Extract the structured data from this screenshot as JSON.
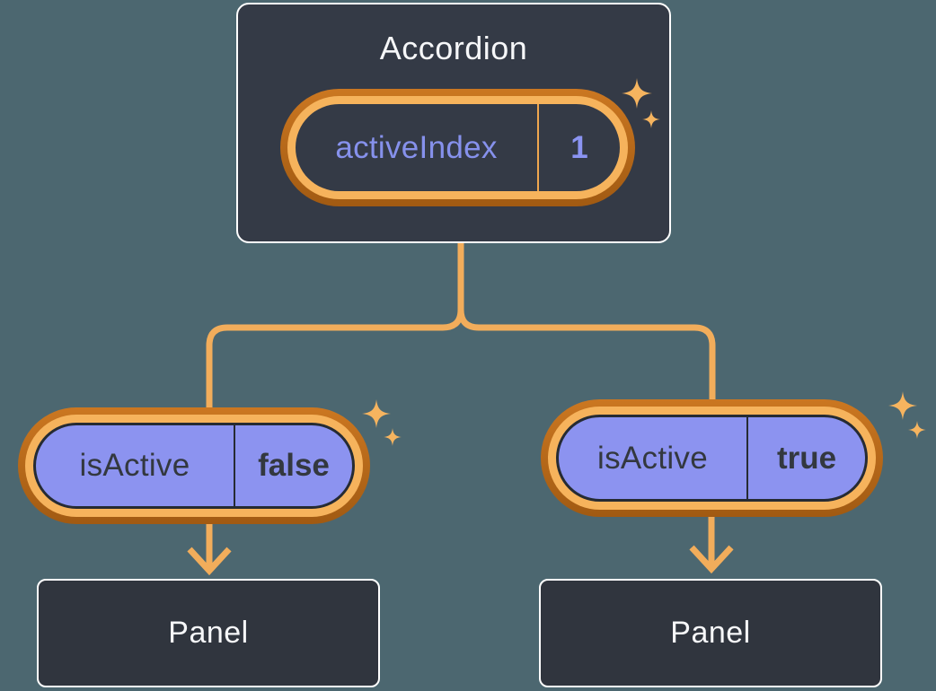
{
  "accordion": {
    "title": "Accordion",
    "state_pill": {
      "label": "activeIndex",
      "value": "1"
    }
  },
  "children": [
    {
      "prop_pill": {
        "label": "isActive",
        "value": "false"
      },
      "panel_label": "Panel"
    },
    {
      "prop_pill": {
        "label": "isActive",
        "value": "true"
      },
      "panel_label": "Panel"
    }
  ],
  "icons": {
    "sparkle": "four-point-star"
  },
  "colors": {
    "background": "#4C6770",
    "card_fill": "#343A46",
    "panel_fill": "#30353E",
    "card_border": "#FFFFFF",
    "ring_outer_top": "#CB7721",
    "ring_outer_bottom": "#A15A12",
    "ring_inner": "#F6B35C",
    "pill_purple": "#8C93F0",
    "pill_dark_outline": "#262B33",
    "text_light": "#F6F7F9",
    "text_purple": "#8691EC",
    "value_purple": "#8B94F2",
    "text_dark": "#33383F",
    "divider_orange": "#EFA64E",
    "connector": "#F2AD5B",
    "sparkle": "#F6B45F"
  }
}
